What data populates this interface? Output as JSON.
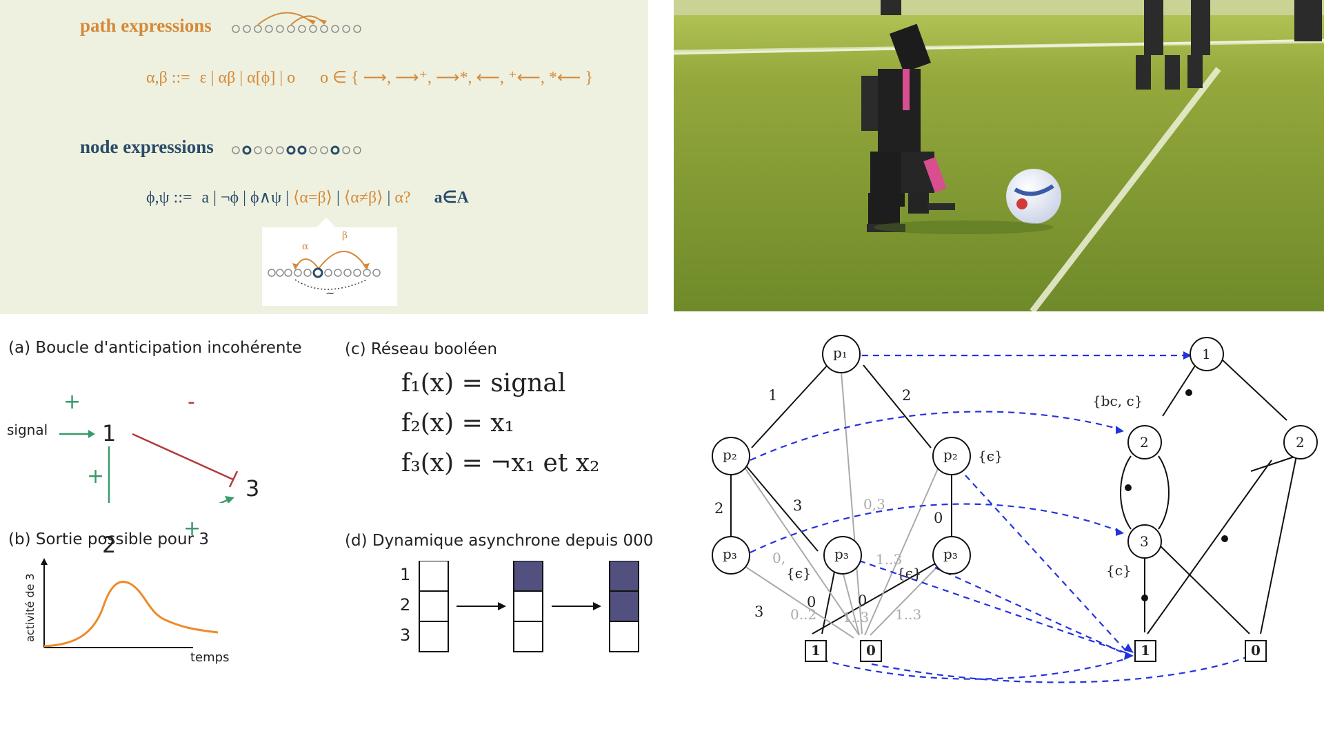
{
  "top_left": {
    "path_heading": "path expressions",
    "path_formula_lhs": "α,β ::=",
    "path_formula_rhs": "ε | αβ | α[ϕ] | o",
    "path_formula_set": "o ∈ { ⟶, ⟶⁺, ⟶*, ⟵, ⁺⟵, *⟵ }",
    "node_heading": "node expressions",
    "node_formula_lhs": "ϕ,ψ ::=",
    "node_formula_rhs_1": "a | ¬ϕ | ϕ∧ψ |",
    "node_formula_rhs_2": "⟨α=β⟩",
    "node_formula_rhs_3": "|",
    "node_formula_rhs_4": "⟨α≠β⟩",
    "node_formula_rhs_5": "|",
    "node_formula_rhs_6": "α?",
    "node_formula_rhs_7": "a∈A",
    "callout_alpha": "α",
    "callout_beta": "β",
    "callout_tilde": "~",
    "colors": {
      "background": "#eef1df",
      "orange": "#d5893a",
      "navy": "#2b4b69"
    }
  },
  "bottom_left": {
    "a_title": "(a) Boucle d'anticipation incohérente",
    "a_signal": "signal",
    "a_plus_top": "+",
    "a_node1": "1",
    "a_node2": "2",
    "a_node3": "3",
    "a_plus_left": "+",
    "a_plus_bottom": "+",
    "a_minus": "-",
    "b_title": "(b) Sortie possible pour 3",
    "b_ylabel": "activité de 3",
    "b_xlabel": "temps",
    "c_title": "(c) Réseau booléen",
    "c_f1": "f₁(x) = signal",
    "c_f2": "f₂(x) = x₁",
    "c_f3": "f₃(x) = ¬x₁ et x₂",
    "d_title": "(d) Dynamique asynchrone depuis 000",
    "d_row1": "1",
    "d_row2": "2",
    "d_row3": "3",
    "colors": {
      "green": "#3a9a6a",
      "red": "#b03a3a",
      "orange_curve": "#ee8a2a",
      "cell_fill": "#52507e"
    }
  },
  "bottom_right": {
    "left": {
      "p1": "p₁",
      "p2a": "p₂",
      "p2b": "p₂",
      "p3a": "p₃",
      "p3b": "p₃",
      "p3c": "p₃",
      "leaf1": "1",
      "leaf0": "0",
      "e1": "1",
      "e2": "2",
      "e3": "2",
      "e4": "3",
      "e5": "0",
      "e6": "3",
      "e7": "0",
      "e8": "0",
      "g1": "0,3",
      "g2": "0,",
      "g3": "1..3",
      "g4": "0..2",
      "g5": "1..3",
      "g6": "1..3",
      "eps1": "{ϵ}",
      "eps2": "{ϵ}",
      "eps3": "{ϵ}"
    },
    "right": {
      "n1": "1",
      "n2a": "2",
      "n2b": "2",
      "n3": "3",
      "leaf1": "1",
      "leaf0": "0",
      "set_bcc": "{bc, c}",
      "set_c": "{c}"
    }
  }
}
